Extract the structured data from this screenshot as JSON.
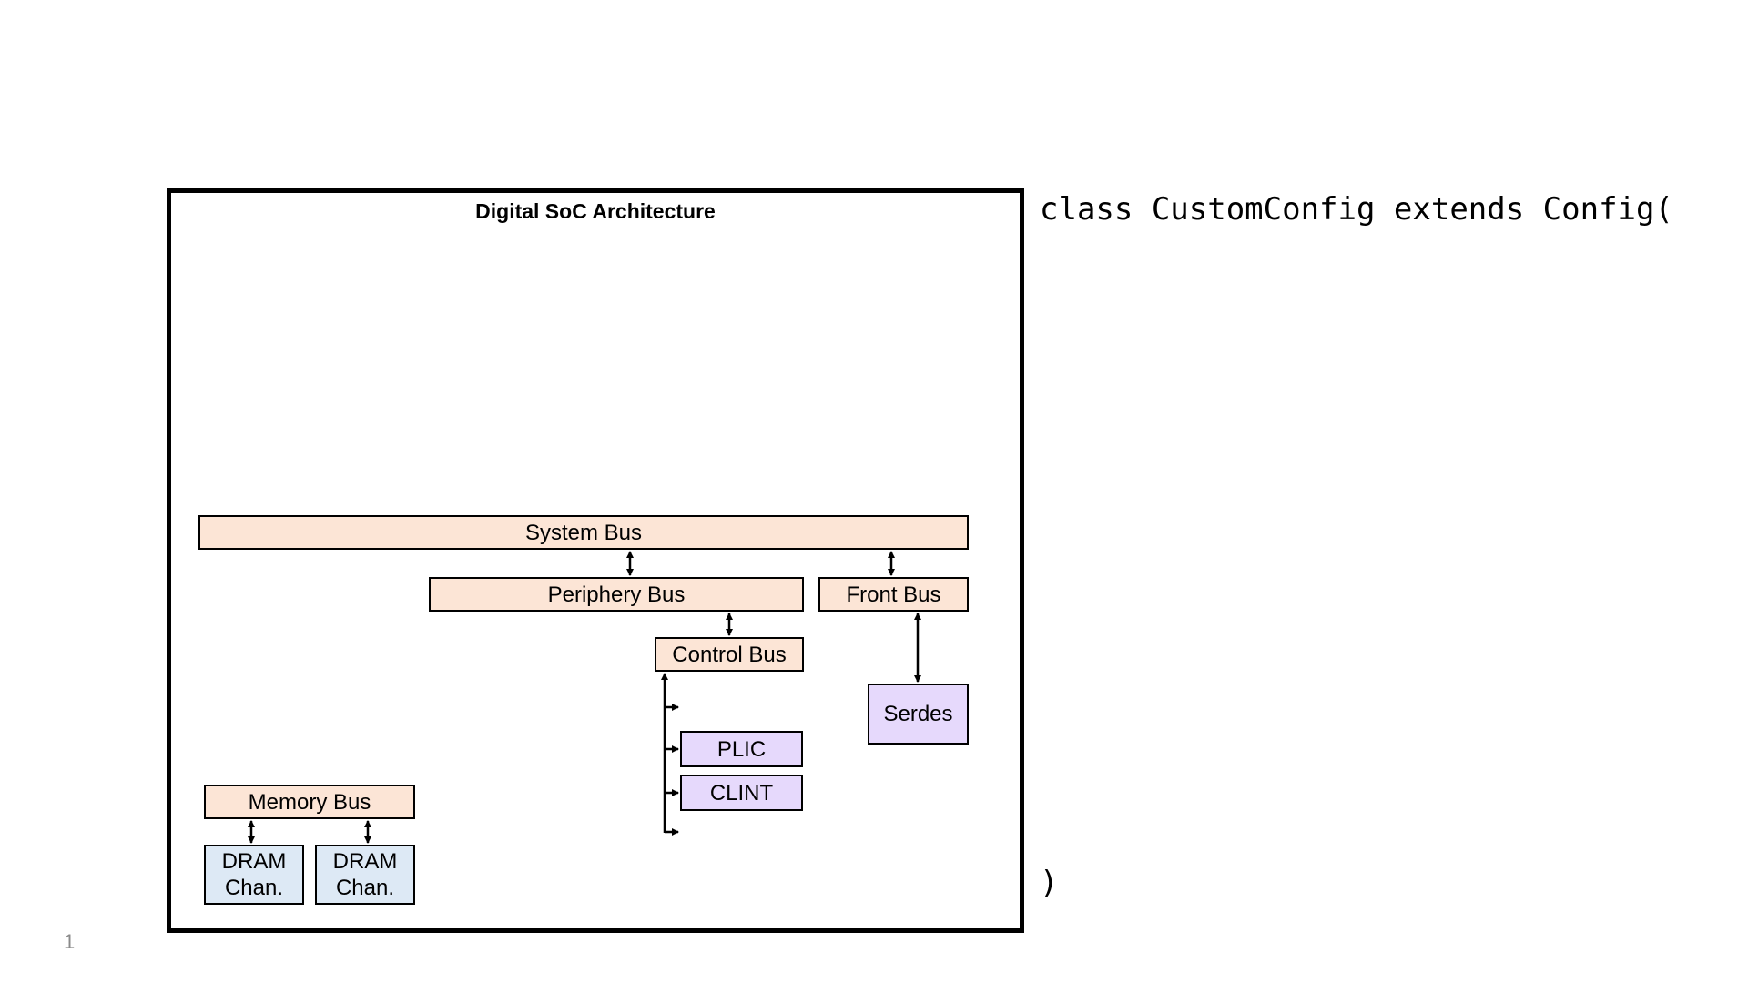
{
  "diagram": {
    "title": "Digital SoC Architecture",
    "buses": {
      "system": "System Bus",
      "periphery": "Periphery Bus",
      "front": "Front Bus",
      "control": "Control Bus",
      "memory": "Memory Bus"
    },
    "devices": {
      "serdes": "Serdes",
      "plic": "PLIC",
      "clint": "CLINT"
    },
    "dram": [
      "DRAM Chan.",
      "DRAM Chan."
    ]
  },
  "code": {
    "open_line": "class CustomConfig extends Config(",
    "close_line": ")"
  },
  "slide": {
    "page_number": "1"
  }
}
